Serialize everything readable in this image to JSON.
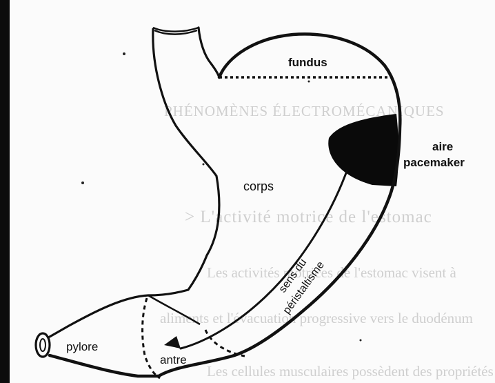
{
  "labels": {
    "fundus": "fundus",
    "aire_line1": "aire",
    "aire_line2": "pacemaker",
    "corps": "corps",
    "sens_line1": "sens du",
    "sens_line2": "péristaltisme",
    "pylore": "pylore",
    "antre": "antre"
  },
  "background_text": {
    "heading": "PHÉNOMÈNES ÉLECTROMÉCANIQUES",
    "subheading": "> L'activité motrice de l'estomac",
    "line1": "Les activités motrices de l'estomac visent à",
    "line2": "aliments et l'évacuation progressive vers le duodénum",
    "line3": "Les cellules musculaires possèdent des propriétés"
  },
  "colors": {
    "ink": "#111111",
    "pacemaker_fill": "#0a0a0a",
    "ghost_text": "#cfcfcf",
    "paper": "#fbfbfb"
  }
}
